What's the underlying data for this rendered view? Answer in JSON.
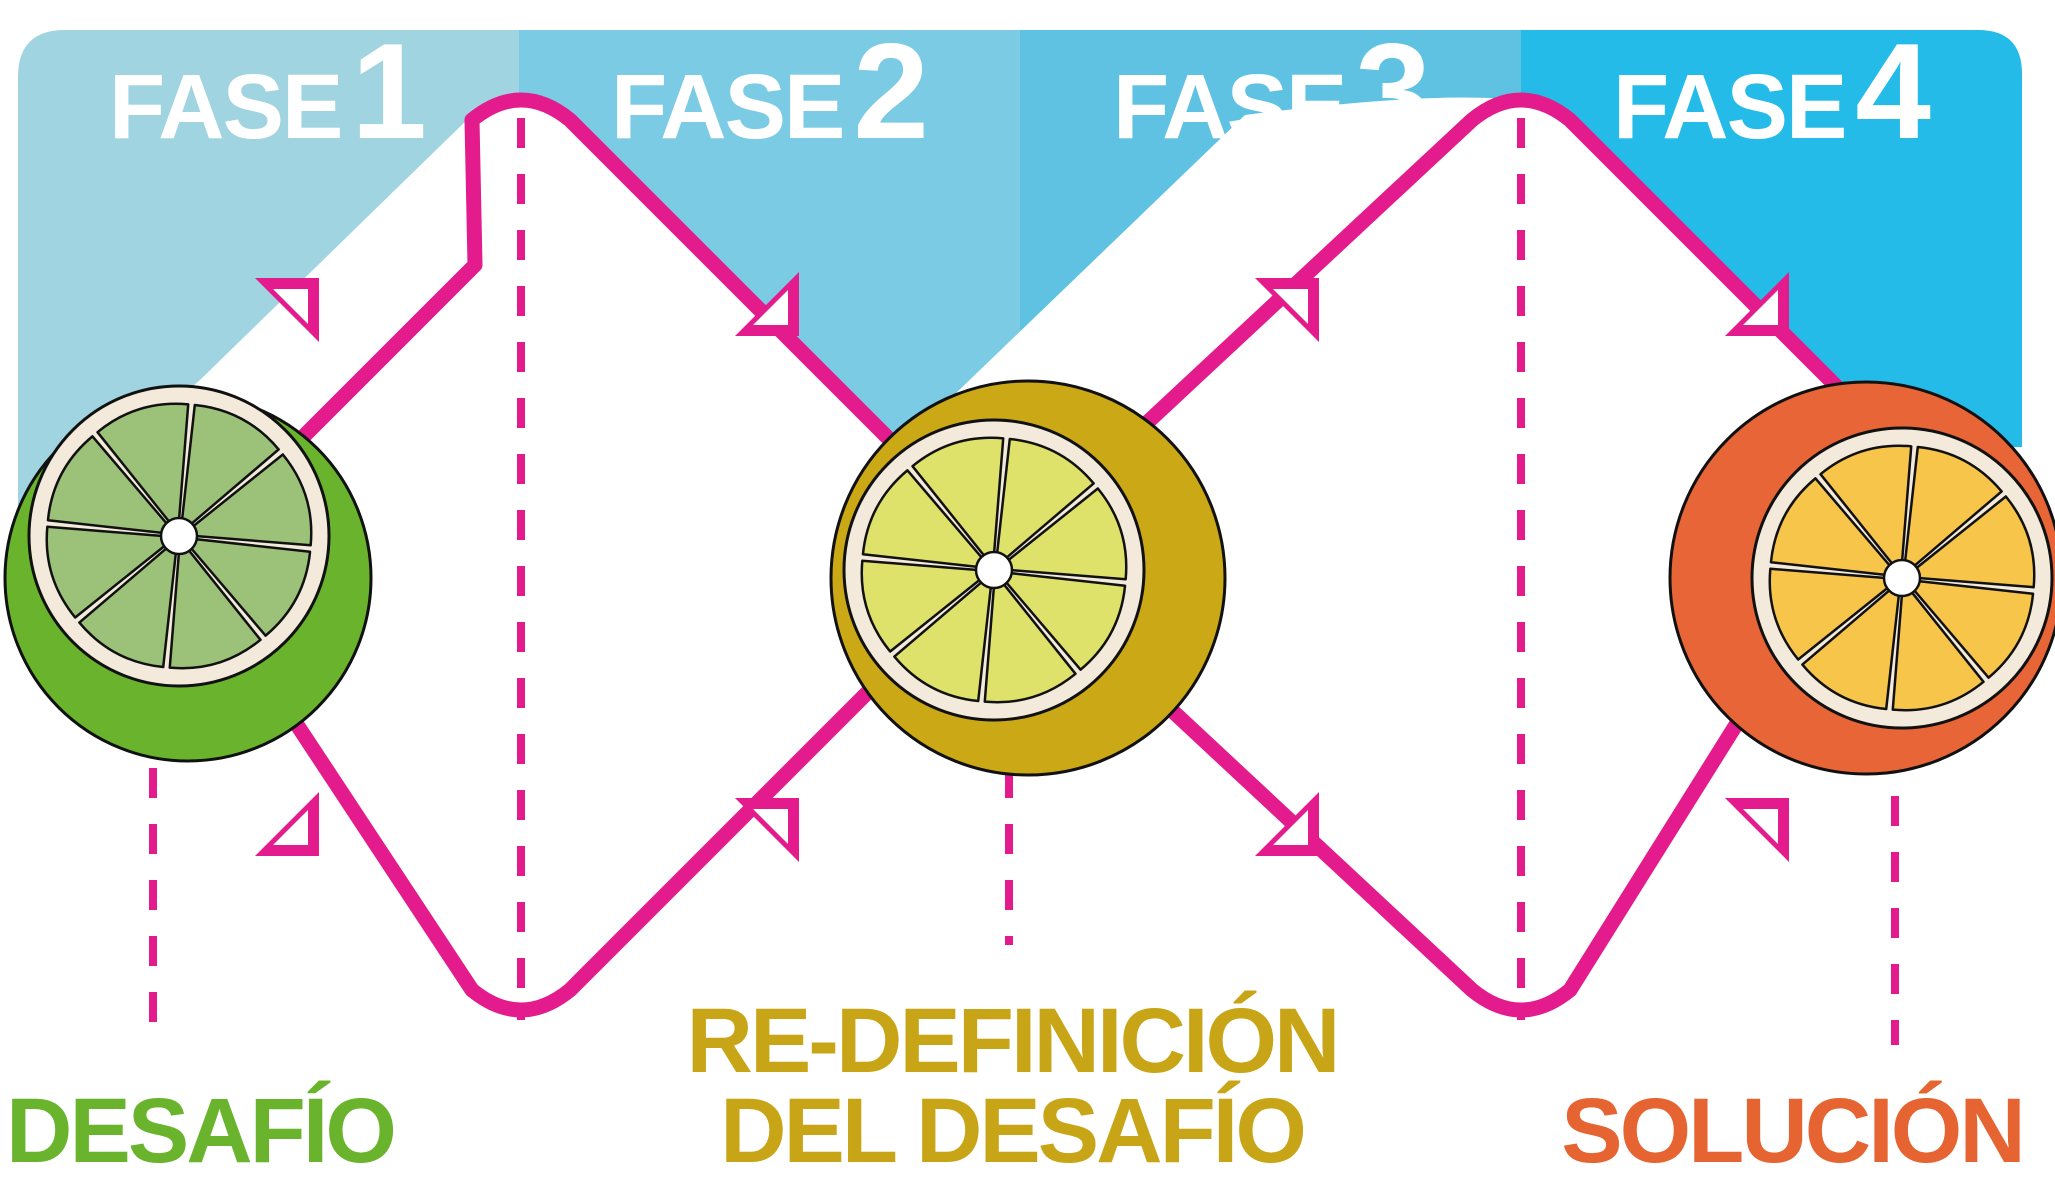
{
  "phases": [
    {
      "word": "FASE",
      "number": "1",
      "color": "#9fd4e0"
    },
    {
      "word": "FASE",
      "number": "2",
      "color": "#7ccbe4"
    },
    {
      "word": "FASE",
      "number": "3",
      "color": "#5fc2e2"
    },
    {
      "word": "FASE",
      "number": "4",
      "color": "#24bbe8"
    }
  ],
  "stages": {
    "challenge": {
      "label": "DESAFÍO",
      "color": "#6ab42d",
      "rind_color": "#6ab42d",
      "pith_color": "#f3eadc",
      "segment_color": "#9cc27a"
    },
    "redefinition": {
      "line1": "RE-DEFINICIÓN",
      "line2": "DEL DESAFÍO",
      "color": "#c8a516",
      "rind_color": "#cba815",
      "pith_color": "#f3eadc",
      "segment_color": "#dfe26a"
    },
    "solution": {
      "label": "SOLUCIÓN",
      "color": "#e66431",
      "rind_color": "#e76536",
      "pith_color": "#f3eadc",
      "segment_color": "#f8c54b"
    }
  },
  "colors": {
    "path": "#e31b8c",
    "outline": "#111111"
  }
}
